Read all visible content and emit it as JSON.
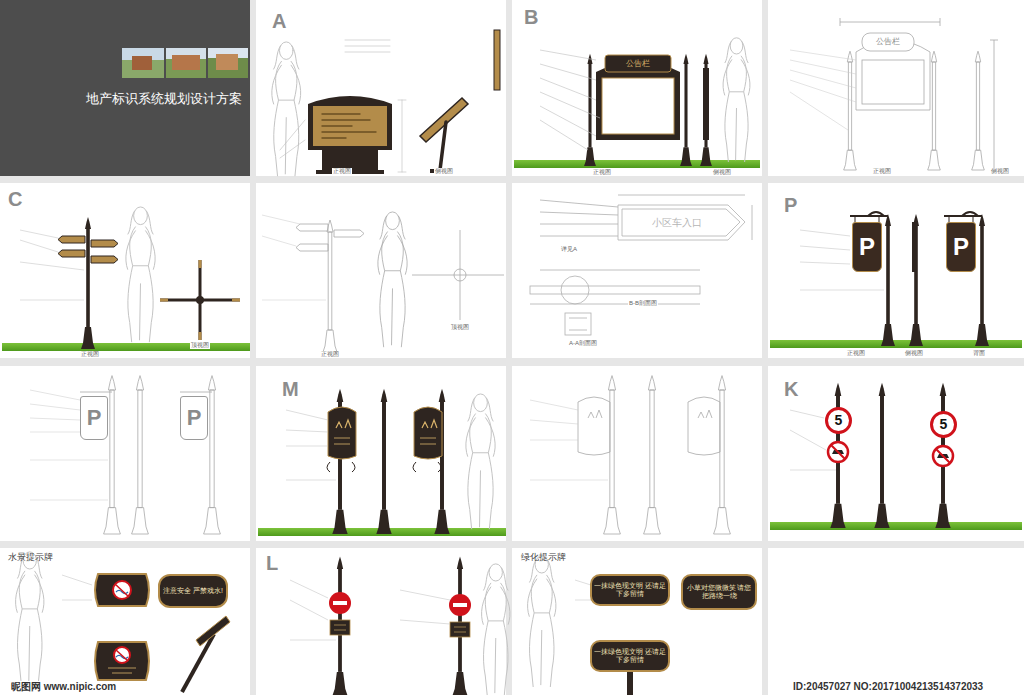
{
  "diagram": {
    "title": "地产标识系统规划设计方案",
    "nodes": [
      {
        "text": [
          "公告栏"
        ]
      },
      {
        "text": [
          "公告栏"
        ]
      },
      {
        "text": [
          "小区车入口"
        ]
      },
      {
        "text": [
          "P"
        ]
      },
      {
        "text": [
          "P"
        ]
      },
      {
        "text": [
          "P"
        ]
      },
      {
        "text": [
          "P"
        ]
      },
      {
        "text": [
          "5"
        ]
      },
      {
        "text": [
          "5"
        ]
      },
      {
        "text": [
          "注意安全 严禁戏水!"
        ]
      },
      {
        "text": [
          "一抹绿色现文明 还请足下多留情"
        ]
      },
      {
        "text": [
          "小草对您微微笑 请您把路绕一绕"
        ]
      },
      {
        "text": [
          "一抹绿色现文明 还请足下多留情"
        ]
      }
    ],
    "labels": [
      "A",
      "B",
      "C",
      "P",
      "M",
      "K",
      "L",
      "水景提示牌",
      "绿化提示牌",
      "B-B剖面图",
      "A-A剖面图",
      "详见A",
      "昵图网 www.nipic.com",
      "ID:20457027 NO:20171004213514372033",
      "正视图",
      "侧视图",
      "正视图",
      "侧视图",
      "正视图",
      "侧视图",
      "正视图",
      "顶视图",
      "正视图",
      "顶视图",
      "正视图",
      "侧视图",
      "背面"
    ]
  }
}
